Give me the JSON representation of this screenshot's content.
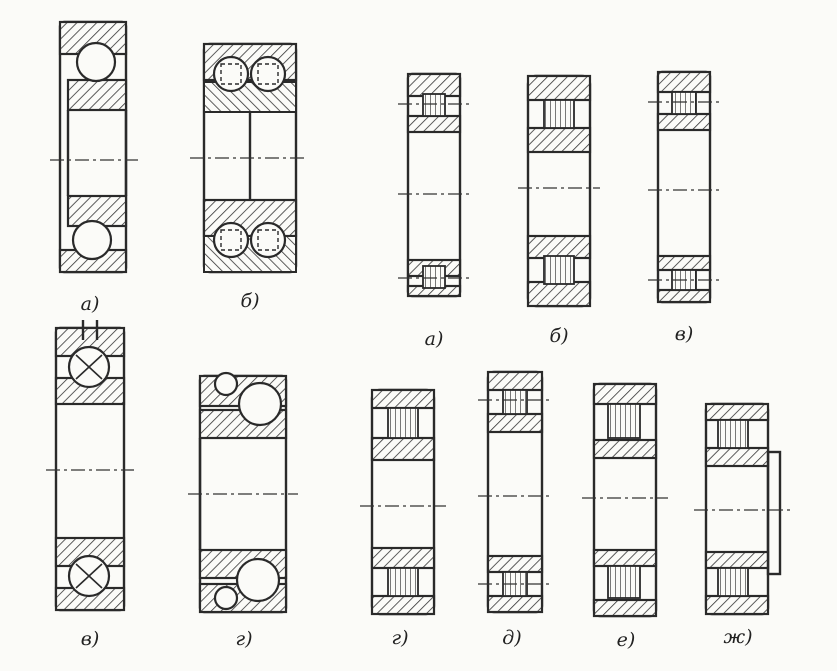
{
  "labels": {
    "ball_a": "а)",
    "ball_b": "б)",
    "ball_v": "в)",
    "ball_g": "г)",
    "roller_a": "а)",
    "roller_b": "б)",
    "roller_v": "в)",
    "roller_g": "г)",
    "roller_d": "д)",
    "roller_e": "е)",
    "roller_zh": "ж)"
  }
}
